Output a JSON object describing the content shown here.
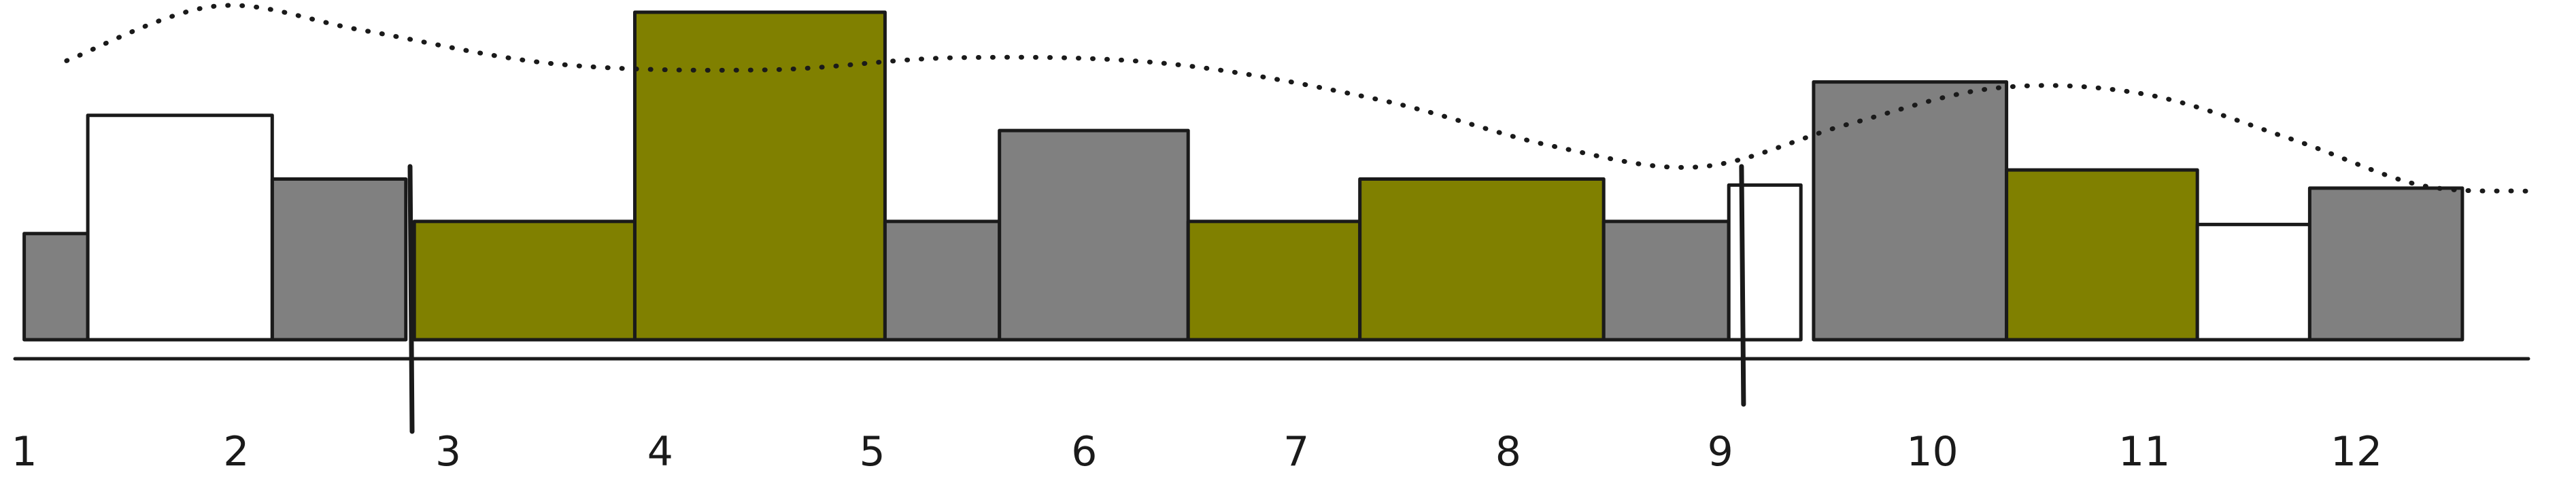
{
  "chart_data": {
    "type": "bar",
    "title": "",
    "xlabel": "",
    "ylabel": "",
    "axis_labels": [
      "1",
      "2",
      "3",
      "4",
      "5",
      "6",
      "7",
      "8",
      "9",
      "10",
      "11",
      "12"
    ],
    "grid": false,
    "legend": "none",
    "colors": {
      "gray": "#808080",
      "olive": "#808000",
      "white": "#ffffff",
      "stroke": "#1a1a1a"
    },
    "bars": [
      {
        "start": 0.0,
        "end": 0.3,
        "height": 1.75,
        "color": "gray"
      },
      {
        "start": 0.3,
        "end": 1.17,
        "height": 3.7,
        "color": "white"
      },
      {
        "start": 1.17,
        "end": 1.8,
        "height": 2.65,
        "color": "gray"
      },
      {
        "start": 1.84,
        "end": 2.88,
        "height": 1.95,
        "color": "olive"
      },
      {
        "start": 2.88,
        "end": 4.06,
        "height": 5.4,
        "color": "olive"
      },
      {
        "start": 4.06,
        "end": 4.6,
        "height": 1.95,
        "color": "gray"
      },
      {
        "start": 4.6,
        "end": 5.49,
        "height": 3.45,
        "color": "gray"
      },
      {
        "start": 5.49,
        "end": 6.3,
        "height": 1.95,
        "color": "olive"
      },
      {
        "start": 6.3,
        "end": 7.45,
        "height": 2.65,
        "color": "olive"
      },
      {
        "start": 7.45,
        "end": 8.04,
        "height": 1.95,
        "color": "gray"
      },
      {
        "start": 8.04,
        "end": 8.38,
        "height": 2.55,
        "color": "white"
      },
      {
        "start": 8.44,
        "end": 9.35,
        "height": 4.25,
        "color": "gray"
      },
      {
        "start": 9.35,
        "end": 10.25,
        "height": 2.8,
        "color": "olive"
      },
      {
        "start": 10.25,
        "end": 10.78,
        "height": 1.9,
        "color": "white"
      },
      {
        "start": 10.78,
        "end": 11.5,
        "height": 2.5,
        "color": "gray"
      }
    ],
    "markers": [
      1.82,
      8.1
    ],
    "curve": {
      "style": "dotted",
      "x": [
        0.2,
        0.9,
        1.6,
        2.5,
        3.5,
        4.4,
        5.4,
        6.4,
        7.2,
        7.9,
        8.6,
        9.3,
        10.0,
        10.7,
        11.3,
        11.8
      ],
      "y": [
        4.6,
        5.5,
        5.1,
        4.55,
        4.45,
        4.65,
        4.55,
        3.95,
        3.2,
        2.85,
        3.55,
        4.15,
        4.05,
        3.3,
        2.55,
        2.45
      ]
    },
    "xlim": [
      -0.05,
      11.85
    ],
    "ylim": [
      0,
      5.4
    ]
  }
}
